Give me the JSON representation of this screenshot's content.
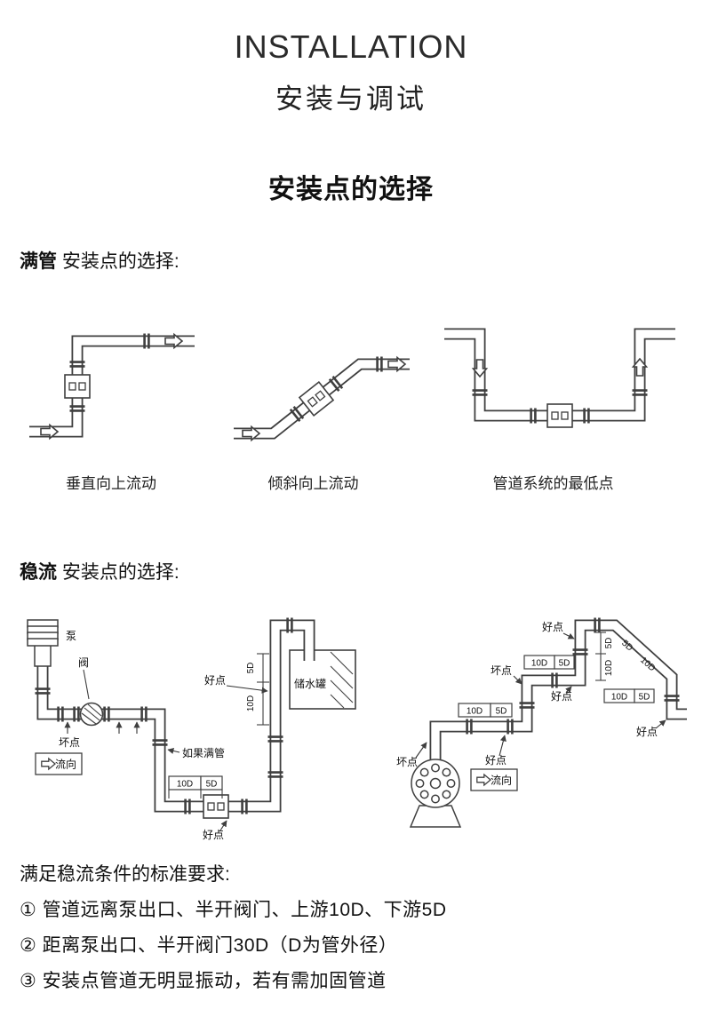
{
  "header": {
    "title_en": "INSTALLATION",
    "title_zh": "安装与调试",
    "section_title": "安装点的选择"
  },
  "full_pipe": {
    "heading_bold": "满管",
    "heading_rest": " 安装点的选择:",
    "captions": [
      "垂直向上流动",
      "倾斜向上流动",
      "管道系统的最低点"
    ]
  },
  "steady": {
    "heading_bold": "稳流",
    "heading_rest": " 安装点的选择:"
  },
  "labels": {
    "pump": "泵",
    "valve": "阀",
    "bad_point": "坏点",
    "good_point": "好点",
    "flow_dir": "流向",
    "if_full_pipe": "如果满管",
    "tank": "储水罐",
    "d10": "10D",
    "d5": "5D"
  },
  "requirements": {
    "heading": "满足稳流条件的标准要求:",
    "items": [
      "① 管道远离泵出口、半开阀门、上游10D、下游5D",
      "② 距离泵出口、半开阀门30D（D为管外径）",
      "③ 安装点管道无明显振动，若有需加固管道"
    ]
  }
}
